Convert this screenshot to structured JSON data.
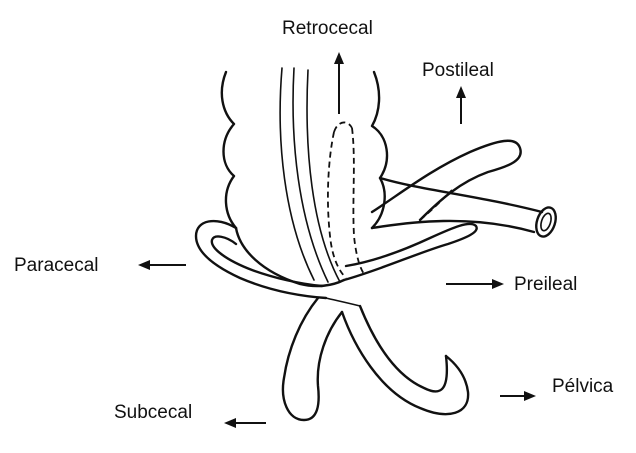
{
  "diagram": {
    "labels": {
      "retrocecal": "Retrocecal",
      "postileal": "Postileal",
      "paracecal": "Paracecal",
      "preileal": "Preileal",
      "subcecal": "Subcecal",
      "pelvica": "Pélvica"
    },
    "colors": {
      "ink": "#111111",
      "background": "#ffffff"
    }
  }
}
